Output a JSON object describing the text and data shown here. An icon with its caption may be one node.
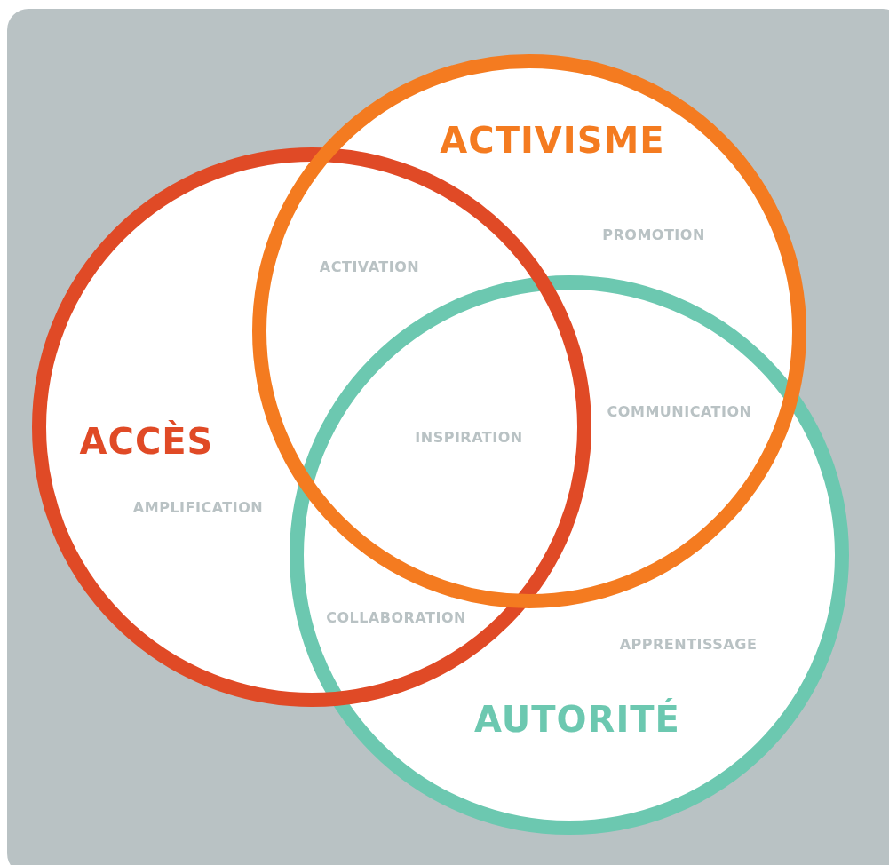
{
  "diagram": {
    "nodes": [
      {
        "text": [
          "ACTIVISME"
        ]
      },
      {
        "text": [
          "ACCÈS"
        ]
      },
      {
        "text": [
          "AUTORITÉ"
        ]
      }
    ],
    "labels": [
      "PROMOTION",
      "ACTIVATION",
      "COMMUNICATION",
      "INSPIRATION",
      "AMPLIFICATION",
      "COLLABORATION",
      "APPRENTISSAGE"
    ]
  }
}
